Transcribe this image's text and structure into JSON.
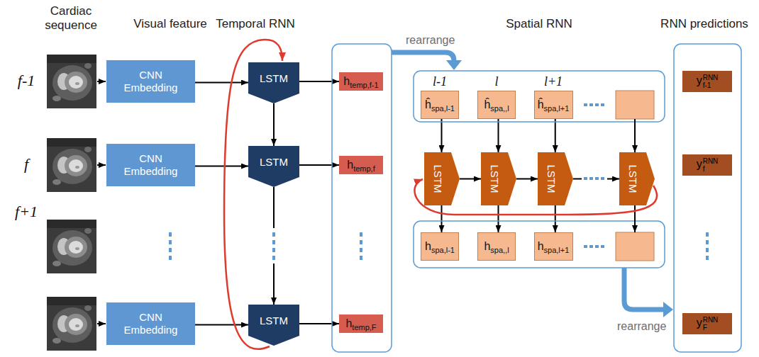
{
  "diagram": {
    "nodes": [
      {
        "text": [
          "CNN Embedding"
        ]
      },
      {
        "text": [
          "LSTM"
        ]
      },
      {
        "text": [
          "htemp,f-1"
        ]
      },
      {
        "text": [
          "CNN Embedding"
        ]
      },
      {
        "text": [
          "LSTM"
        ]
      },
      {
        "text": [
          "htemp,f"
        ]
      },
      {
        "text": [
          "CNN Embedding"
        ]
      },
      {
        "text": [
          "LSTM"
        ]
      },
      {
        "text": [
          "htemp,F"
        ]
      },
      {
        "text": [
          "ĥspa,l-1"
        ]
      },
      {
        "text": [
          "ĥspa,,l"
        ]
      },
      {
        "text": [
          "ĥspa,l+1"
        ]
      },
      {
        "text": [
          "LSTM"
        ]
      },
      {
        "text": [
          "LSTM"
        ]
      },
      {
        "text": [
          "LSTM"
        ]
      },
      {
        "text": [
          "LSTM"
        ]
      },
      {
        "text": [
          "hspa,l-1"
        ]
      },
      {
        "text": [
          "hspa,,l"
        ]
      },
      {
        "text": [
          "hspa,l+1"
        ]
      },
      {
        "text": [
          "yRNNf-1"
        ]
      },
      {
        "text": [
          "yRNNf"
        ]
      },
      {
        "text": [
          "yRNNF"
        ]
      }
    ],
    "edges": [
      {
        "from": 0,
        "to": 1,
        "arrow": "to"
      },
      {
        "from": 1,
        "to": 2,
        "arrow": "to"
      },
      {
        "from": 3,
        "to": 4,
        "arrow": "to"
      },
      {
        "from": 4,
        "to": 5,
        "arrow": "to"
      },
      {
        "from": 6,
        "to": 7,
        "arrow": "to"
      },
      {
        "from": 7,
        "to": 8,
        "arrow": "to"
      },
      {
        "from": 1,
        "to": 4,
        "arrow": "to"
      },
      {
        "from": 4,
        "to": 7,
        "arrow": "to"
      },
      {
        "from": 9,
        "to": 12,
        "arrow": "to"
      },
      {
        "from": 10,
        "to": 13,
        "arrow": "to"
      },
      {
        "from": 11,
        "to": 14,
        "arrow": "to"
      },
      {
        "from": 12,
        "to": 16,
        "arrow": "to"
      },
      {
        "from": 13,
        "to": 17,
        "arrow": "to"
      },
      {
        "from": 14,
        "to": 18,
        "arrow": "to"
      },
      {
        "from": 12,
        "to": 13,
        "arrow": "to"
      },
      {
        "from": 13,
        "to": 14,
        "arrow": "to"
      },
      {
        "from": 14,
        "to": 15,
        "arrow": "to"
      }
    ],
    "labels": [
      "Cardiac sequence",
      "Visual feature",
      "Temporal RNN",
      "Spatial RNN",
      "RNN predictions",
      "f-1",
      "f",
      "f+1",
      "l-1",
      "l",
      "l+1",
      "rearrange",
      "rearrange"
    ]
  }
}
